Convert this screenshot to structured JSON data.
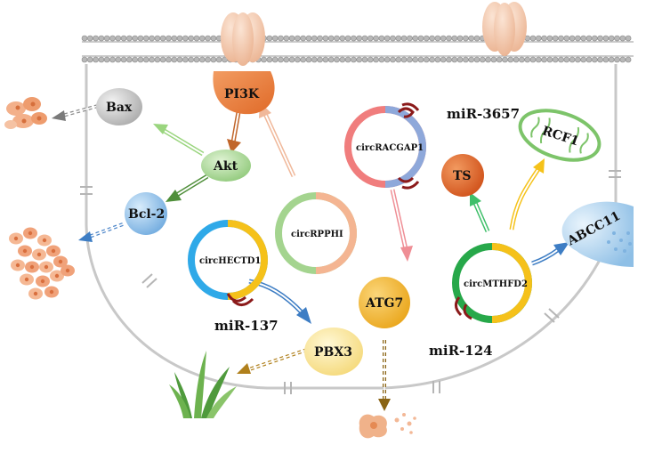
{
  "nodes": {
    "pi3k": "PI3K",
    "akt": "Akt",
    "bax": "Bax",
    "bcl2": "Bcl-2",
    "ts": "TS",
    "rcf1": "RCF1",
    "abcc11": "ABCC11",
    "atg7": "ATG7",
    "pbx3": "PBX3"
  },
  "circrnas": {
    "racgap1": "circRACGAP1",
    "rpphi": "circRPPHI",
    "hectd1": "circHECTD1",
    "mthfd2": "circMTHFD2"
  },
  "mirnas": {
    "mir3657": "miR-3657",
    "mir137": "miR-137",
    "mir124": "miR-124"
  },
  "colors": {
    "pi3k": "#e8793a",
    "akt": "#9fd18a",
    "bax": "#c6c6c6",
    "bcl2": "#8fc0ea",
    "ts": "#e0662a",
    "atg7": "#f4b93a",
    "pbx3": "#fbe79a",
    "mirna_hairpin": "#8b1a1a"
  }
}
